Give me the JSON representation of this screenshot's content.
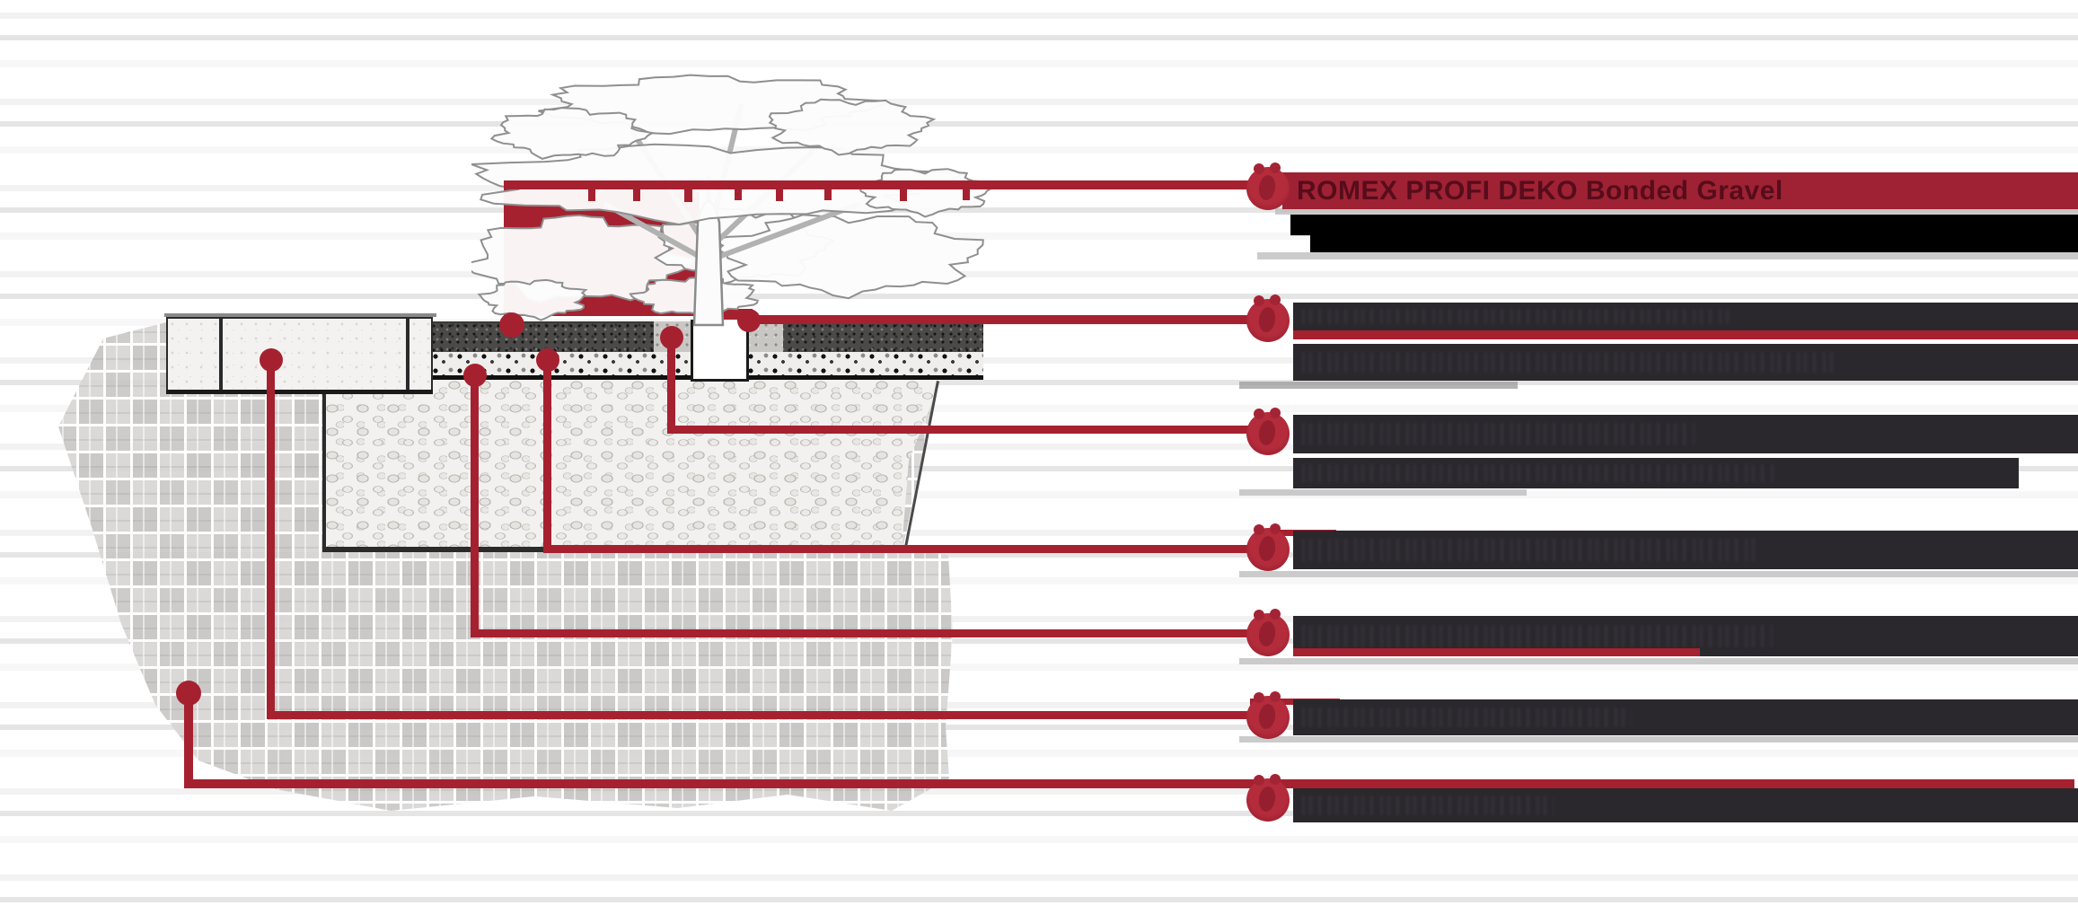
{
  "title": "ROMEX PROFI DEKO Bonded Gravel",
  "colors": {
    "leader_red": "#A6212F",
    "label_band_red": "#9E2233",
    "label_band_text": "#570C1B",
    "redacted_bar_dark": "#2A282C",
    "redacted_bar_black": "#000000",
    "diagram_dark_layer": "#4C4A49",
    "background": "#FFFFFF"
  },
  "callouts": [
    {
      "id": 1,
      "label": "ROMEX PROFI DEKO Bonded Gravel",
      "redacted": false,
      "lines": 2,
      "second_line_redacted": true,
      "marker": "red-drop-icon"
    },
    {
      "id": 2,
      "label": "",
      "redacted": true,
      "lines": 2,
      "underline": "full",
      "marker": "red-drop-icon"
    },
    {
      "id": 3,
      "label": "",
      "redacted": true,
      "lines": 2,
      "underline": "none",
      "marker": "red-drop-icon"
    },
    {
      "id": 4,
      "label": "",
      "redacted": true,
      "lines": 1,
      "underline": "none",
      "marker": "red-drop-icon"
    },
    {
      "id": 5,
      "label": "",
      "redacted": true,
      "lines": 1,
      "underline": "partial",
      "marker": "red-drop-icon"
    },
    {
      "id": 6,
      "label": "",
      "redacted": true,
      "lines": 1,
      "underline": "none",
      "marker": "red-drop-icon"
    },
    {
      "id": 7,
      "label": "",
      "redacted": true,
      "lines": 1,
      "overline": "full",
      "marker": "red-drop-icon"
    }
  ],
  "diagram": {
    "components": [
      "deciduous-tree-sketch",
      "dark-bonded-gravel-surface-layer",
      "chip-bedding-layer",
      "black-liner-line",
      "cobble-sub-base",
      "paver-block-base-pattern",
      "concrete-kerb-edging",
      "tree-pit"
    ],
    "leader_line_count": 7
  }
}
